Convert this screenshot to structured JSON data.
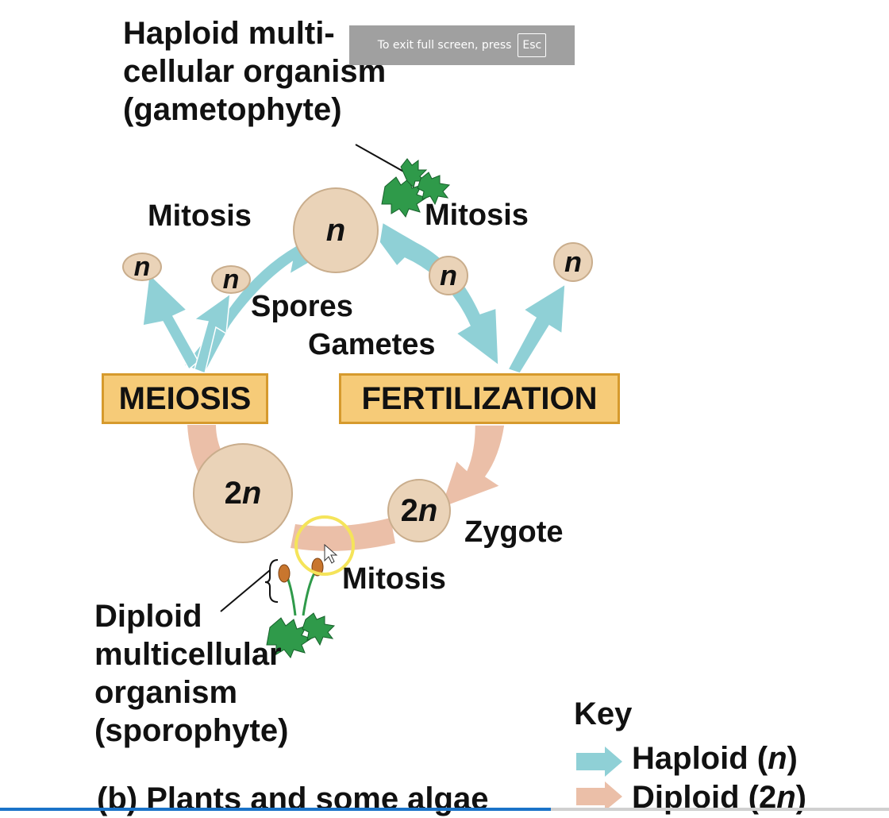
{
  "diagram": {
    "gametophyte_label": [
      "Haploid multi-",
      "cellular organism",
      "(gametophyte)"
    ],
    "mitosis_left": "Mitosis",
    "mitosis_right": "Mitosis",
    "mitosis_bottom": "Mitosis",
    "spores": "Spores",
    "gametes": "Gametes",
    "meiosis": "MEIOSIS",
    "fertilization": "FERTILIZATION",
    "zygote": "Zygote",
    "sporophyte_label": [
      "Diploid",
      "multicellular",
      "organism",
      "(sporophyte)"
    ],
    "haploid_symbol": "n",
    "diploid_num": "2",
    "diploid_symbol": "n",
    "caption": "(b) Plants and some algae",
    "colors": {
      "haploid_arrow": "#8fd0d6",
      "diploid_arrow": "#ebbfa8",
      "cell_fill": "#ead3b8",
      "box_fill": "#f6cb78",
      "box_border": "#d69a2d",
      "plant_green": "#2f9a4a"
    }
  },
  "key": {
    "title": "Key",
    "haploid_prefix": "Haploid (",
    "haploid_n": "n",
    "haploid_suffix": ")",
    "diploid_prefix": "Diploid (2",
    "diploid_n": "n",
    "diploid_suffix": ")"
  },
  "overlay": {
    "fullscreen_message": "To exit full screen, press",
    "esc_key": "Esc"
  },
  "video": {
    "progress": 0.62
  }
}
